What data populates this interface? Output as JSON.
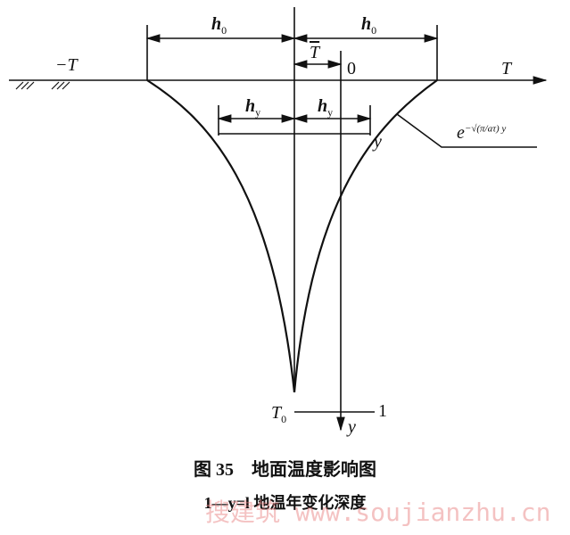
{
  "labels": {
    "h0_left": "h",
    "h0_right": "h",
    "h0_sub": "0",
    "T_bar": "T",
    "zero": "0",
    "minus_T": "−T",
    "T": "T",
    "hy_left": "h",
    "hy_right": "h",
    "hy_sub": "y",
    "y_point": "y",
    "formula": "e",
    "formula_exp": "−√(π/aτ) y",
    "T0": "T",
    "T0_sub": "0",
    "y_axis": "y",
    "marker_1": "1"
  },
  "caption": {
    "title": "图 35　地面温度影响图",
    "note": "1—y=l 地温年变化深度"
  },
  "watermark": "搜建筑 www.soujianzhu.cn"
}
